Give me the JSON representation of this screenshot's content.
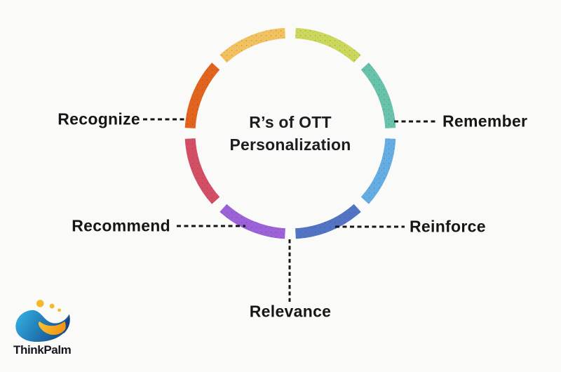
{
  "title": {
    "line1": "R’s of OTT",
    "line2": "Personalization"
  },
  "labels": {
    "recognize": "Recognize",
    "remember": "Remember",
    "recommend": "Recommend",
    "reinforce": "Reinforce",
    "relevance": "Relevance"
  },
  "logo": {
    "brand": "ThinkPalm"
  },
  "diagram": {
    "type": "segmented-ring-cycle",
    "segments": [
      {
        "position": "top-to-upper-right",
        "color": "#cbd85a"
      },
      {
        "position": "upper-right-to-right",
        "color": "#68c3ab"
      },
      {
        "position": "right-to-lower-right",
        "color": "#64aee3"
      },
      {
        "position": "lower-right-to-bottom",
        "color": "#5374c3"
      },
      {
        "position": "bottom-to-lower-left",
        "color": "#9c62d7"
      },
      {
        "position": "lower-left-to-left",
        "color": "#d44f64"
      },
      {
        "position": "left-to-upper-left",
        "color": "#e2641d"
      },
      {
        "position": "upper-left-to-top",
        "color": "#f2c25e"
      }
    ]
  },
  "colors": {
    "background": "#fafaf8",
    "label_text": "#161616",
    "connector": "#161616",
    "logo_blue_light": "#35b4e8",
    "logo_blue_dark": "#14508f",
    "logo_orange_light": "#fac833",
    "logo_orange_dark": "#f29111",
    "logo_dots": "#f6b729"
  }
}
